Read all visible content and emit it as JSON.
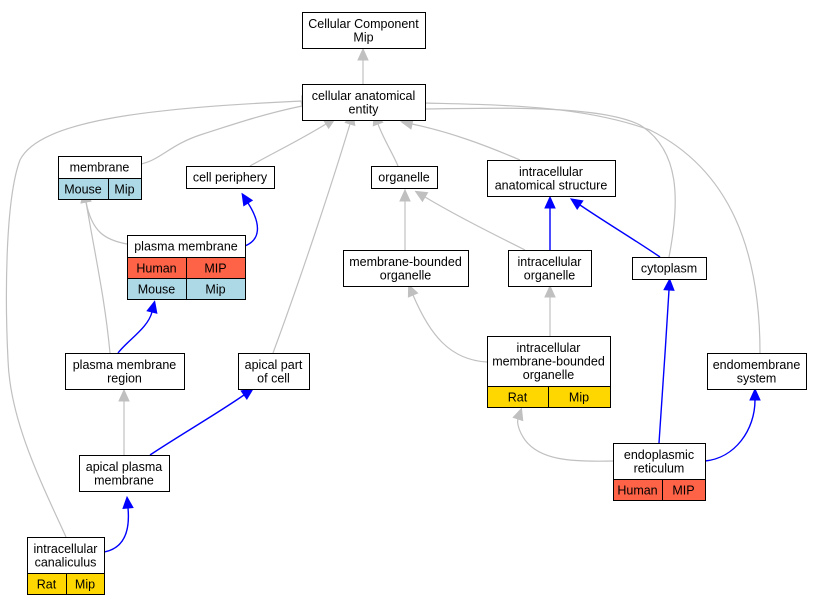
{
  "colors": {
    "human": "#ff6347",
    "mouse": "#add8e6",
    "rat": "#ffd700",
    "is_a_edge": "#c0c0c0",
    "part_of_edge": "#0000ff"
  },
  "nodes": {
    "root": {
      "lines": [
        "Cellular Component",
        "Mip"
      ]
    },
    "cae": {
      "lines": [
        "cellular anatomical",
        "entity"
      ]
    },
    "membrane": {
      "lines": [
        "membrane"
      ],
      "tags": [
        {
          "label": "Mouse",
          "species": "mouse"
        },
        {
          "label": "Mip",
          "species": "mouse"
        }
      ]
    },
    "cell_periphery": {
      "lines": [
        "cell periphery"
      ]
    },
    "organelle": {
      "lines": [
        "organelle"
      ]
    },
    "intracellular_structure": {
      "lines": [
        "intracellular",
        "anatomical structure"
      ]
    },
    "plasma_membrane": {
      "lines": [
        "plasma membrane"
      ],
      "tags": [
        {
          "label": "Human",
          "species": "human"
        },
        {
          "label": "MIP",
          "species": "human"
        },
        {
          "label": "Mouse",
          "species": "mouse"
        },
        {
          "label": "Mip",
          "species": "mouse"
        }
      ]
    },
    "mbo": {
      "lines": [
        "membrane-bounded",
        "organelle"
      ]
    },
    "intracellular_organelle": {
      "lines": [
        "intracellular",
        "organelle"
      ]
    },
    "cytoplasm": {
      "lines": [
        "cytoplasm"
      ]
    },
    "pm_region": {
      "lines": [
        "plasma membrane",
        "region"
      ]
    },
    "apical_part": {
      "lines": [
        "apical part",
        "of cell"
      ]
    },
    "imbo": {
      "lines": [
        "intracellular",
        "membrane-bounded",
        "organelle"
      ],
      "tags": [
        {
          "label": "Rat",
          "species": "rat"
        },
        {
          "label": "Mip",
          "species": "rat"
        }
      ]
    },
    "endomembrane": {
      "lines": [
        "endomembrane",
        "system"
      ]
    },
    "apical_pm": {
      "lines": [
        "apical plasma",
        "membrane"
      ]
    },
    "er": {
      "lines": [
        "endoplasmic",
        "reticulum"
      ],
      "tags": [
        {
          "label": "Human",
          "species": "human"
        },
        {
          "label": "MIP",
          "species": "human"
        }
      ]
    },
    "canaliculus": {
      "lines": [
        "intracellular",
        "canaliculus"
      ],
      "tags": [
        {
          "label": "Rat",
          "species": "rat"
        },
        {
          "label": "Mip",
          "species": "rat"
        }
      ]
    }
  },
  "edges": [
    {
      "from": "cae",
      "to": "root",
      "type": "is_a"
    },
    {
      "from": "membrane",
      "to": "cae",
      "type": "is_a"
    },
    {
      "from": "cell_periphery",
      "to": "cae",
      "type": "is_a"
    },
    {
      "from": "organelle",
      "to": "cae",
      "type": "is_a"
    },
    {
      "from": "intracellular_structure",
      "to": "cae",
      "type": "is_a"
    },
    {
      "from": "cytoplasm",
      "to": "cae",
      "type": "is_a"
    },
    {
      "from": "endomembrane",
      "to": "cae",
      "type": "is_a"
    },
    {
      "from": "apical_part",
      "to": "cae",
      "type": "is_a"
    },
    {
      "from": "canaliculus",
      "to": "cae",
      "type": "is_a"
    },
    {
      "from": "plasma_membrane",
      "to": "membrane",
      "type": "is_a"
    },
    {
      "from": "plasma_membrane",
      "to": "cell_periphery",
      "type": "part_of"
    },
    {
      "from": "pm_region",
      "to": "membrane",
      "type": "is_a"
    },
    {
      "from": "pm_region",
      "to": "plasma_membrane",
      "type": "part_of"
    },
    {
      "from": "mbo",
      "to": "organelle",
      "type": "is_a"
    },
    {
      "from": "intracellular_organelle",
      "to": "organelle",
      "type": "is_a"
    },
    {
      "from": "intracellular_organelle",
      "to": "intracellular_structure",
      "type": "part_of"
    },
    {
      "from": "cytoplasm",
      "to": "intracellular_structure",
      "type": "part_of"
    },
    {
      "from": "imbo",
      "to": "mbo",
      "type": "is_a"
    },
    {
      "from": "imbo",
      "to": "intracellular_organelle",
      "type": "is_a"
    },
    {
      "from": "apical_pm",
      "to": "pm_region",
      "type": "is_a"
    },
    {
      "from": "apical_pm",
      "to": "apical_part",
      "type": "part_of"
    },
    {
      "from": "er",
      "to": "imbo",
      "type": "is_a"
    },
    {
      "from": "er",
      "to": "cytoplasm",
      "type": "part_of"
    },
    {
      "from": "er",
      "to": "endomembrane",
      "type": "part_of"
    },
    {
      "from": "canaliculus",
      "to": "apical_pm",
      "type": "part_of"
    }
  ]
}
